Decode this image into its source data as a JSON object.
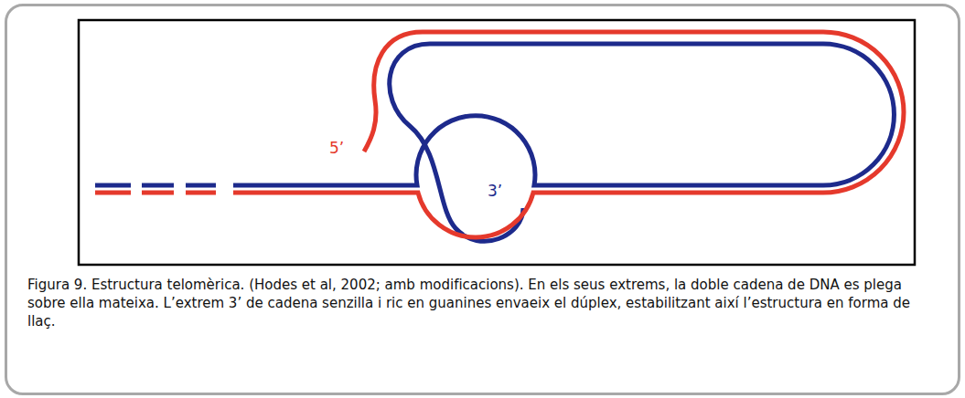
{
  "diagram": {
    "caption": "Figura 9. Estructura telomèrica. (Hodes et al, 2002; amb modificacions). En els seus extrems, la doble cadena de DNA es plega sobre ella mateixa. L’extrem 3’ de cadena senzilla i ric en guanines envaeix el dúplex, estabilitzant així l’estructura en forma de llaç.",
    "labels": [
      "5’",
      "3’"
    ]
  }
}
